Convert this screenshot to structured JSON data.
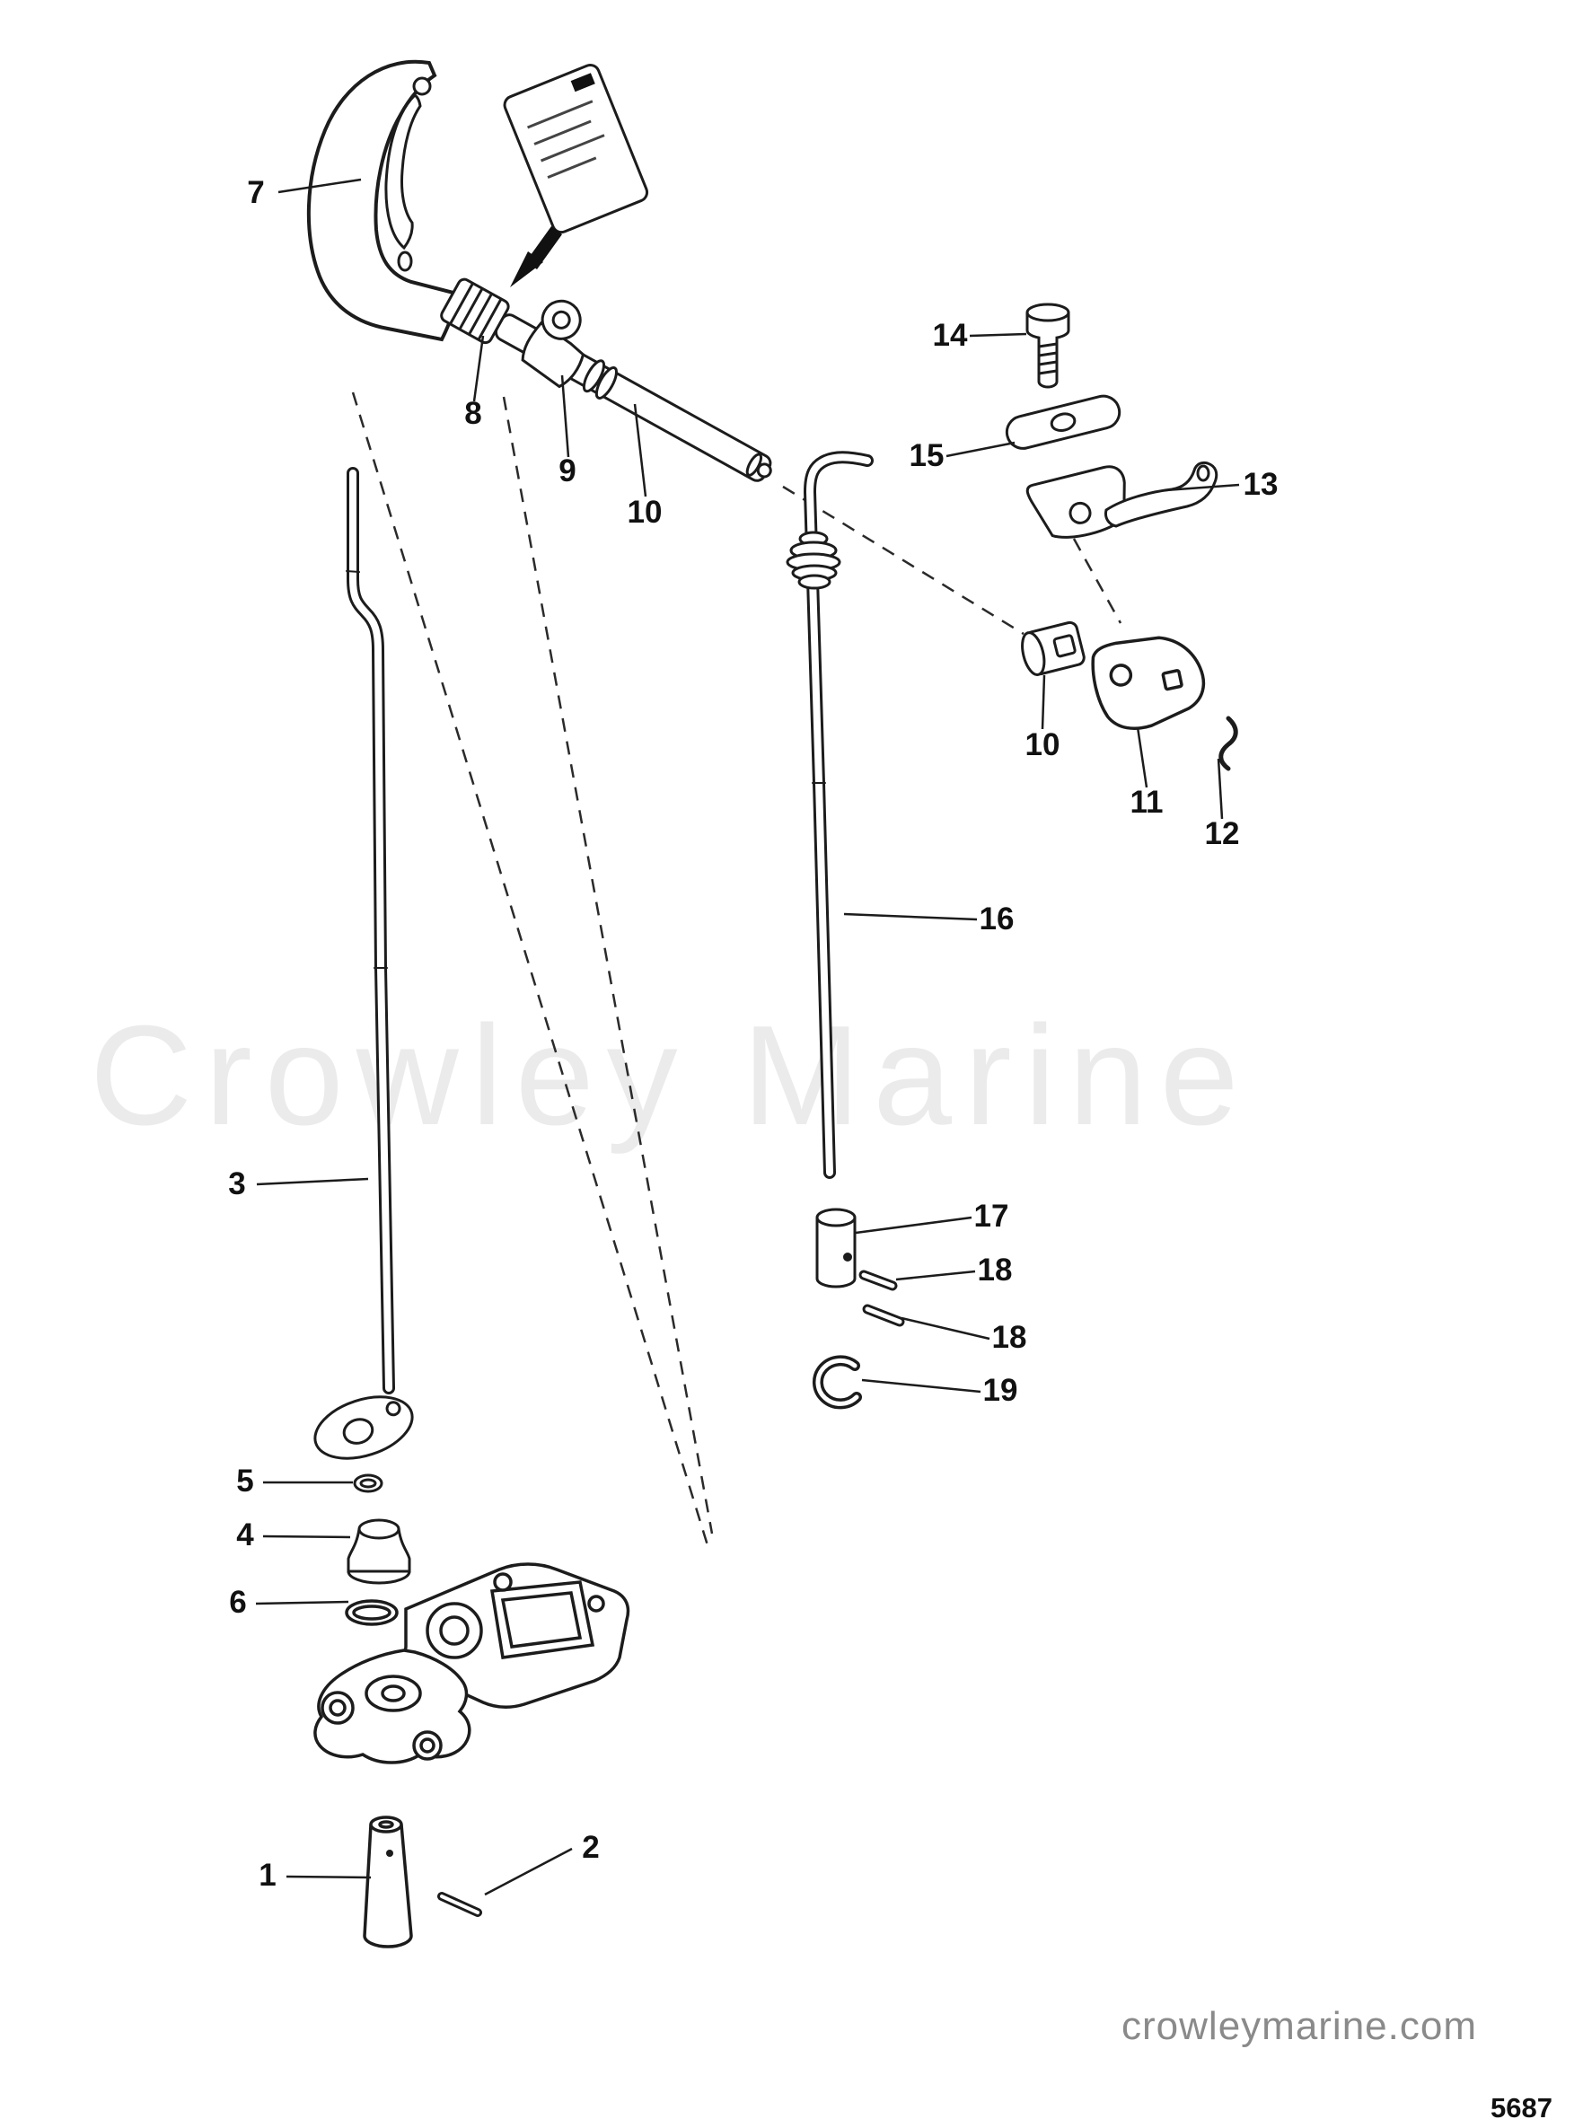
{
  "diagram": {
    "watermark": "Crowley Marine",
    "footer": {
      "website": "crowleymarine.com",
      "page_number": "5687"
    },
    "colors": {
      "line": "#1c1c1c",
      "watermark": "#ebebeb",
      "footer_text": "#8a8a8a"
    },
    "callouts": [
      {
        "label": "7"
      },
      {
        "label": "8"
      },
      {
        "label": "9"
      },
      {
        "label": "10"
      },
      {
        "label": "14"
      },
      {
        "label": "15"
      },
      {
        "label": "13"
      },
      {
        "label": "10"
      },
      {
        "label": "11"
      },
      {
        "label": "12"
      },
      {
        "label": "3"
      },
      {
        "label": "16"
      },
      {
        "label": "17"
      },
      {
        "label": "18"
      },
      {
        "label": "18"
      },
      {
        "label": "19"
      },
      {
        "label": "5"
      },
      {
        "label": "4"
      },
      {
        "label": "6"
      },
      {
        "label": "1"
      },
      {
        "label": "2"
      }
    ]
  }
}
